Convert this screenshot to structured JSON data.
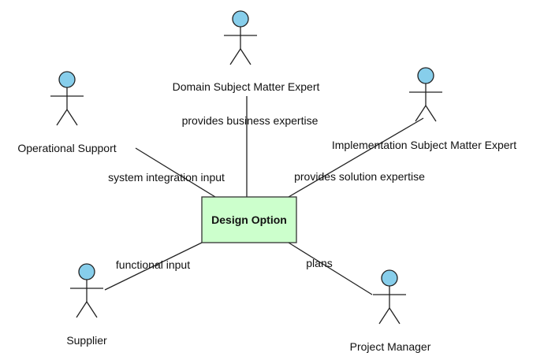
{
  "center": {
    "label": "Design Option",
    "fill": "#ccffcc",
    "stroke": "#333333"
  },
  "actor_head_color": "#87ceeb",
  "actors": [
    {
      "id": "domain-sme",
      "label": "Domain Subject Matter Expert"
    },
    {
      "id": "implementation-sme",
      "label": "Implementation Subject Matter Expert"
    },
    {
      "id": "operational-support",
      "label": "Operational Support"
    },
    {
      "id": "supplier",
      "label": "Supplier"
    },
    {
      "id": "project-manager",
      "label": "Project Manager"
    }
  ],
  "relations": [
    {
      "actor": "domain-sme",
      "label": "provides business expertise"
    },
    {
      "actor": "implementation-sme",
      "label": "provides solution expertise"
    },
    {
      "actor": "operational-support",
      "label": "system integration input"
    },
    {
      "actor": "supplier",
      "label": "functional input"
    },
    {
      "actor": "project-manager",
      "label": "plans"
    }
  ]
}
